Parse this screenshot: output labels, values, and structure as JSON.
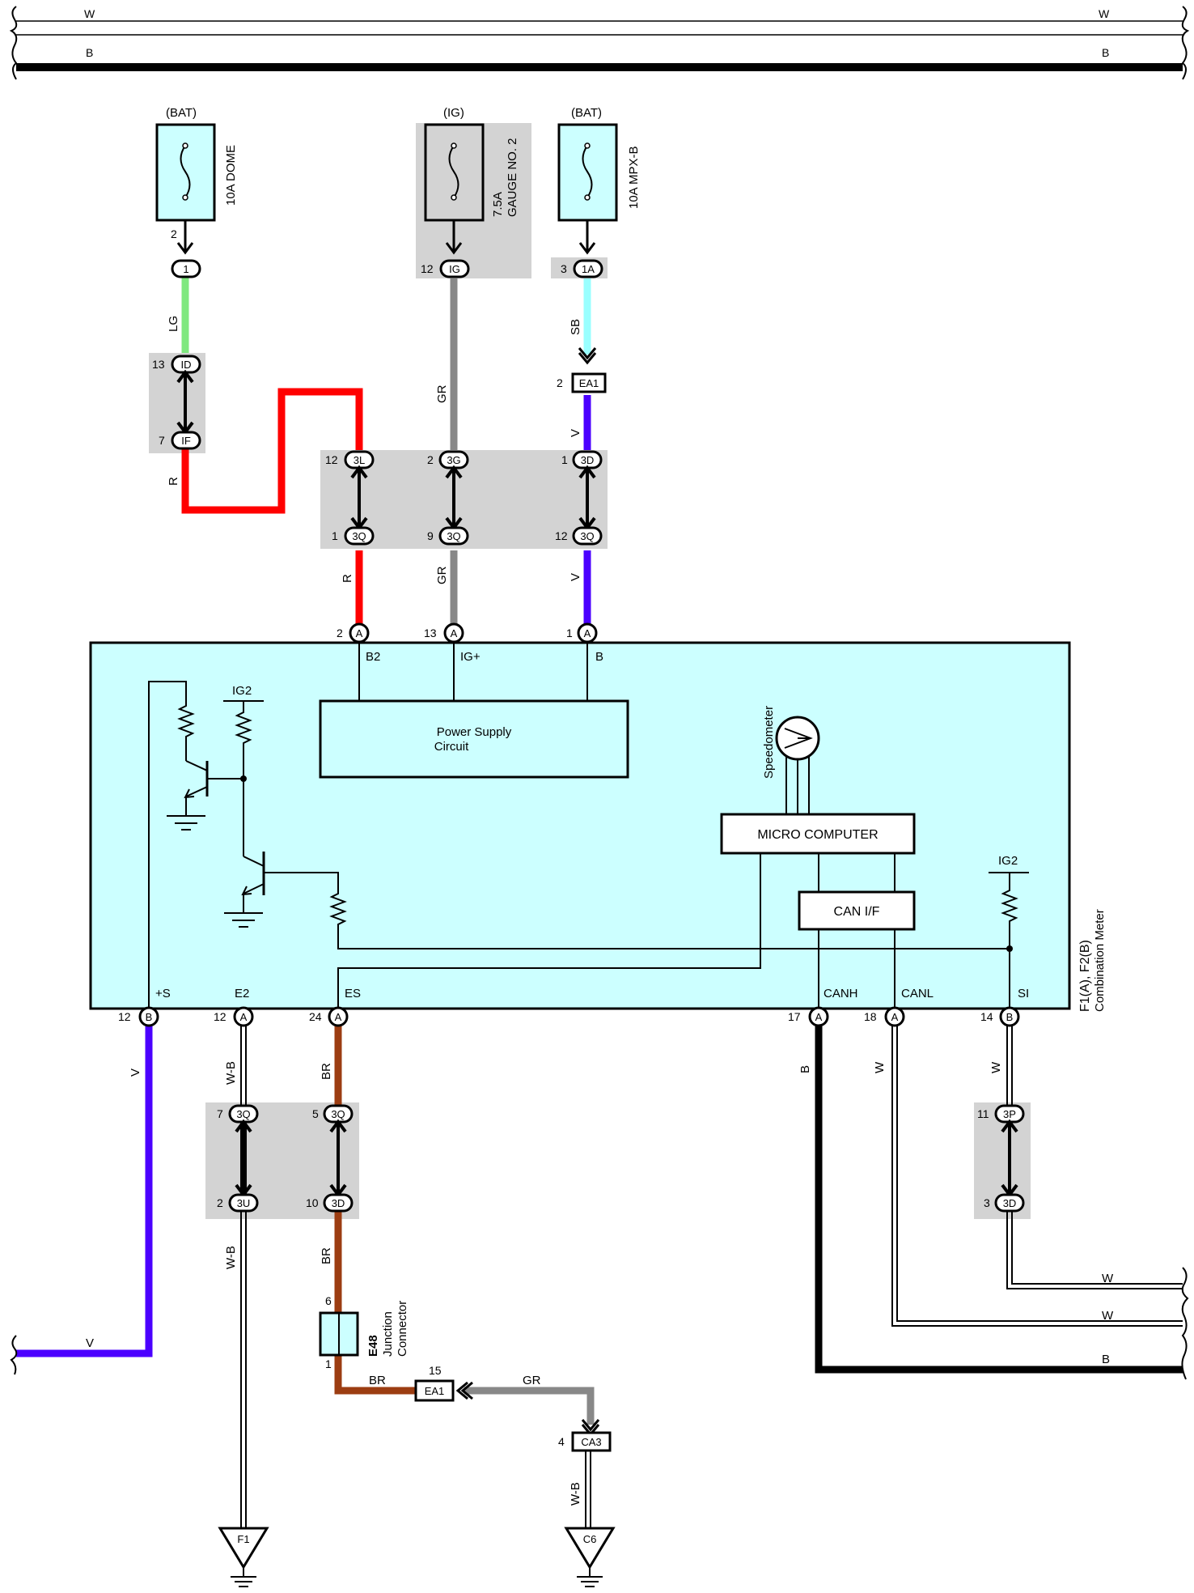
{
  "bus": {
    "top_w": "W",
    "top_b": "B"
  },
  "fuses": [
    {
      "id": "dome",
      "supply": "(BAT)",
      "label": "10A DOME",
      "pin": "2",
      "conn": "1",
      "pin2": ""
    },
    {
      "id": "gauge",
      "supply": "(IG)",
      "label1": "7.5A",
      "label2": "GAUGE NO. 2",
      "pin": "12",
      "conn": "IG"
    },
    {
      "id": "mpx",
      "supply": "(BAT)",
      "label": "10A MPX-B",
      "pin": "3",
      "conn": "1A"
    }
  ],
  "wires": {
    "lg": "LG",
    "r": "R",
    "gr": "GR",
    "sb": "SB",
    "v": "V",
    "wb": "W-B",
    "br": "BR",
    "b": "B",
    "w": "W"
  },
  "connectors": {
    "id13": {
      "pin": "13",
      "name": "ID"
    },
    "if7": {
      "pin": "7",
      "name": "IF"
    },
    "ea1_top": {
      "pin": "2",
      "name": "EA1"
    },
    "l3": {
      "pin": "12",
      "name": "3L"
    },
    "g3": {
      "pin": "2",
      "name": "3G"
    },
    "d3": {
      "pin": "1",
      "name": "3D"
    },
    "q3a": {
      "pin": "1",
      "name": "3Q"
    },
    "q3b": {
      "pin": "9",
      "name": "3Q"
    },
    "q3c": {
      "pin": "12",
      "name": "3Q"
    },
    "a2": {
      "pin": "2",
      "name": "A"
    },
    "a13": {
      "pin": "13",
      "name": "A"
    },
    "a1": {
      "pin": "1",
      "name": "A"
    },
    "b12": {
      "pin": "12",
      "name": "B"
    },
    "a12": {
      "pin": "12",
      "name": "A"
    },
    "a24": {
      "pin": "24",
      "name": "A"
    },
    "a17": {
      "pin": "17",
      "name": "A"
    },
    "a18": {
      "pin": "18",
      "name": "A"
    },
    "b14": {
      "pin": "14",
      "name": "B"
    },
    "q3_7": {
      "pin": "7",
      "name": "3Q"
    },
    "q3_5": {
      "pin": "5",
      "name": "3Q"
    },
    "u3_2": {
      "pin": "2",
      "name": "3U"
    },
    "d3_10": {
      "pin": "10",
      "name": "3D"
    },
    "p3_11": {
      "pin": "11",
      "name": "3P"
    },
    "d3_3": {
      "pin": "3",
      "name": "3D"
    },
    "ea1_bot": {
      "pin": "15",
      "name": "EA1"
    },
    "ca3": {
      "pin": "4",
      "name": "CA3"
    }
  },
  "meter": {
    "terminals_top": [
      "B2",
      "IG+",
      "B"
    ],
    "terminals_bottom": [
      "+S",
      "E2",
      "ES",
      "CANH",
      "CANL",
      "SI"
    ],
    "ig2": "IG2",
    "power_supply_line1": "Power Supply",
    "power_supply_line2": "Circuit",
    "speedometer": "Speedometer",
    "micro": "MICRO COMPUTER",
    "can": "CAN I/F",
    "title1": "F1(A), F2(B)",
    "title2": "Combination Meter"
  },
  "junction": {
    "pin_top": "6",
    "pin_bot": "1",
    "id": "E48",
    "name1": "Junction",
    "name2": "Connector"
  },
  "grounds": {
    "f1": "F1",
    "c6": "C6"
  },
  "colors": {
    "lg": "#7fe87f",
    "r": "#ff0000",
    "gr": "#888888",
    "sb": "#99ffff",
    "v": "#4b00ff",
    "br": "#9c3d12",
    "b": "#000000",
    "meter_bg": "#ccffff",
    "shade": "#d3d3d3",
    "fuse_bg": "#ccffff"
  }
}
